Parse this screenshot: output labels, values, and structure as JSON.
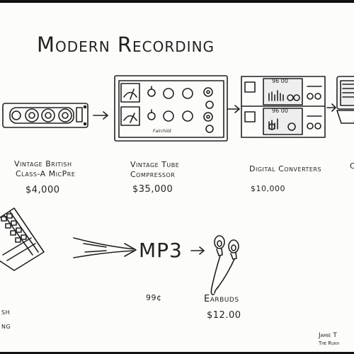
{
  "title": "Modern Recording",
  "chain": [
    {
      "label_lines": [
        "Vintage British",
        "Class-A MicPre"
      ],
      "price": "$4,000"
    },
    {
      "label_lines": [
        "Vintage Tube",
        "Compressor"
      ],
      "price": "$35,000"
    },
    {
      "label_lines": [
        "Digital Converters"
      ],
      "price": "$10,000"
    }
  ],
  "compressor_brand": "Fairchild",
  "converter_readout": "96 00",
  "mp3": {
    "label": "MP3",
    "price": "99¢"
  },
  "earbuds": {
    "label": "Earbuds",
    "price": "$12.00"
  },
  "partial_left_label_lines": [
    "sh",
    "ng"
  ],
  "partial_right_label": "C",
  "signature_lines": [
    "Jamie T",
    "The Rukh"
  ]
}
